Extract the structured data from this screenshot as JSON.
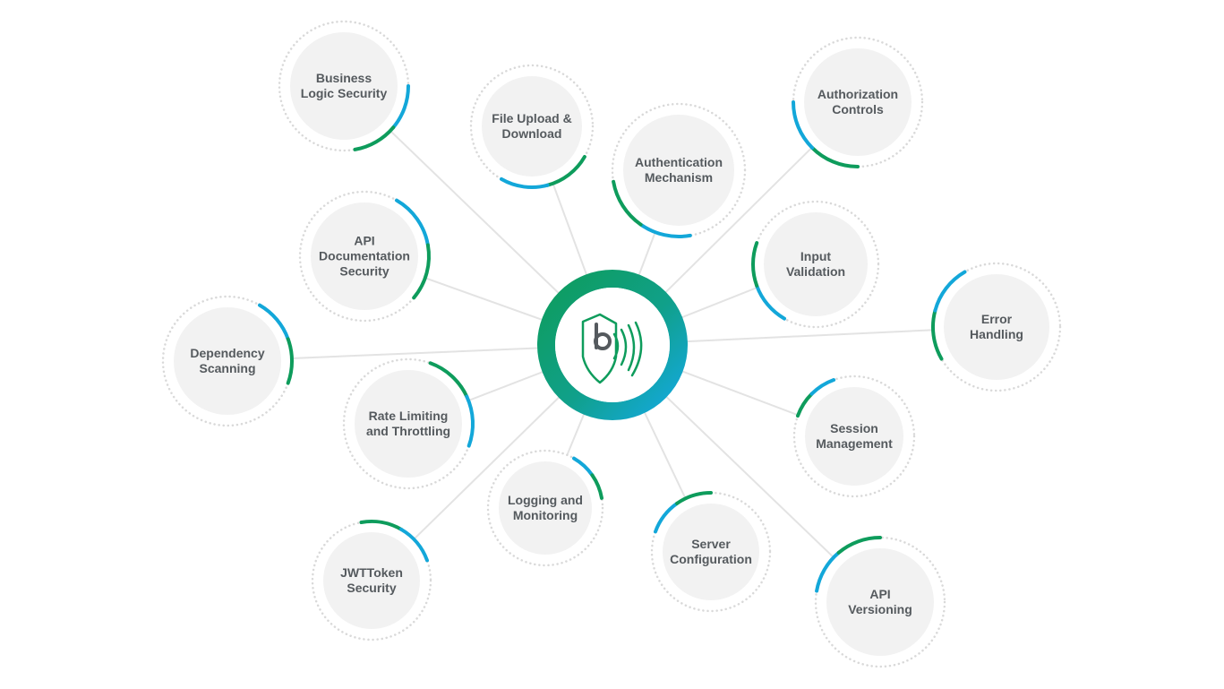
{
  "colors": {
    "green": "#0e9c5c",
    "blue": "#13a7d9",
    "line": "#e3e3e3",
    "node_fill": "#f2f2f2",
    "dots": "#d9d9d9",
    "label": "#555a5e"
  },
  "center": {
    "icon": "bugbase-shield-logo"
  },
  "nodes": [
    {
      "id": "business-logic-security",
      "lines": [
        "Business",
        "Logic Security"
      ]
    },
    {
      "id": "file-upload-download",
      "lines": [
        "File Upload &",
        "Download"
      ]
    },
    {
      "id": "authentication-mechanism",
      "lines": [
        "Authentication",
        "Mechanism"
      ]
    },
    {
      "id": "authorization-controls",
      "lines": [
        "Authorization",
        "Controls"
      ]
    },
    {
      "id": "api-documentation-security",
      "lines": [
        "API",
        "Documentation",
        "Security"
      ]
    },
    {
      "id": "input-validation",
      "lines": [
        "Input",
        "Validation"
      ]
    },
    {
      "id": "error-handling",
      "lines": [
        "Error",
        "Handling"
      ]
    },
    {
      "id": "dependency-scanning",
      "lines": [
        "Dependency",
        "Scanning"
      ]
    },
    {
      "id": "rate-limiting-throttling",
      "lines": [
        "Rate Limiting",
        "and Throttling"
      ]
    },
    {
      "id": "session-management",
      "lines": [
        "Session",
        "Management"
      ]
    },
    {
      "id": "logging-monitoring",
      "lines": [
        "Logging and",
        "Monitoring"
      ]
    },
    {
      "id": "server-configuration",
      "lines": [
        "Server",
        "Configuration"
      ]
    },
    {
      "id": "jwt-token-security",
      "lines": [
        "JWTToken",
        "Security"
      ]
    },
    {
      "id": "api-versioning",
      "lines": [
        "API",
        "Versioning"
      ]
    }
  ]
}
